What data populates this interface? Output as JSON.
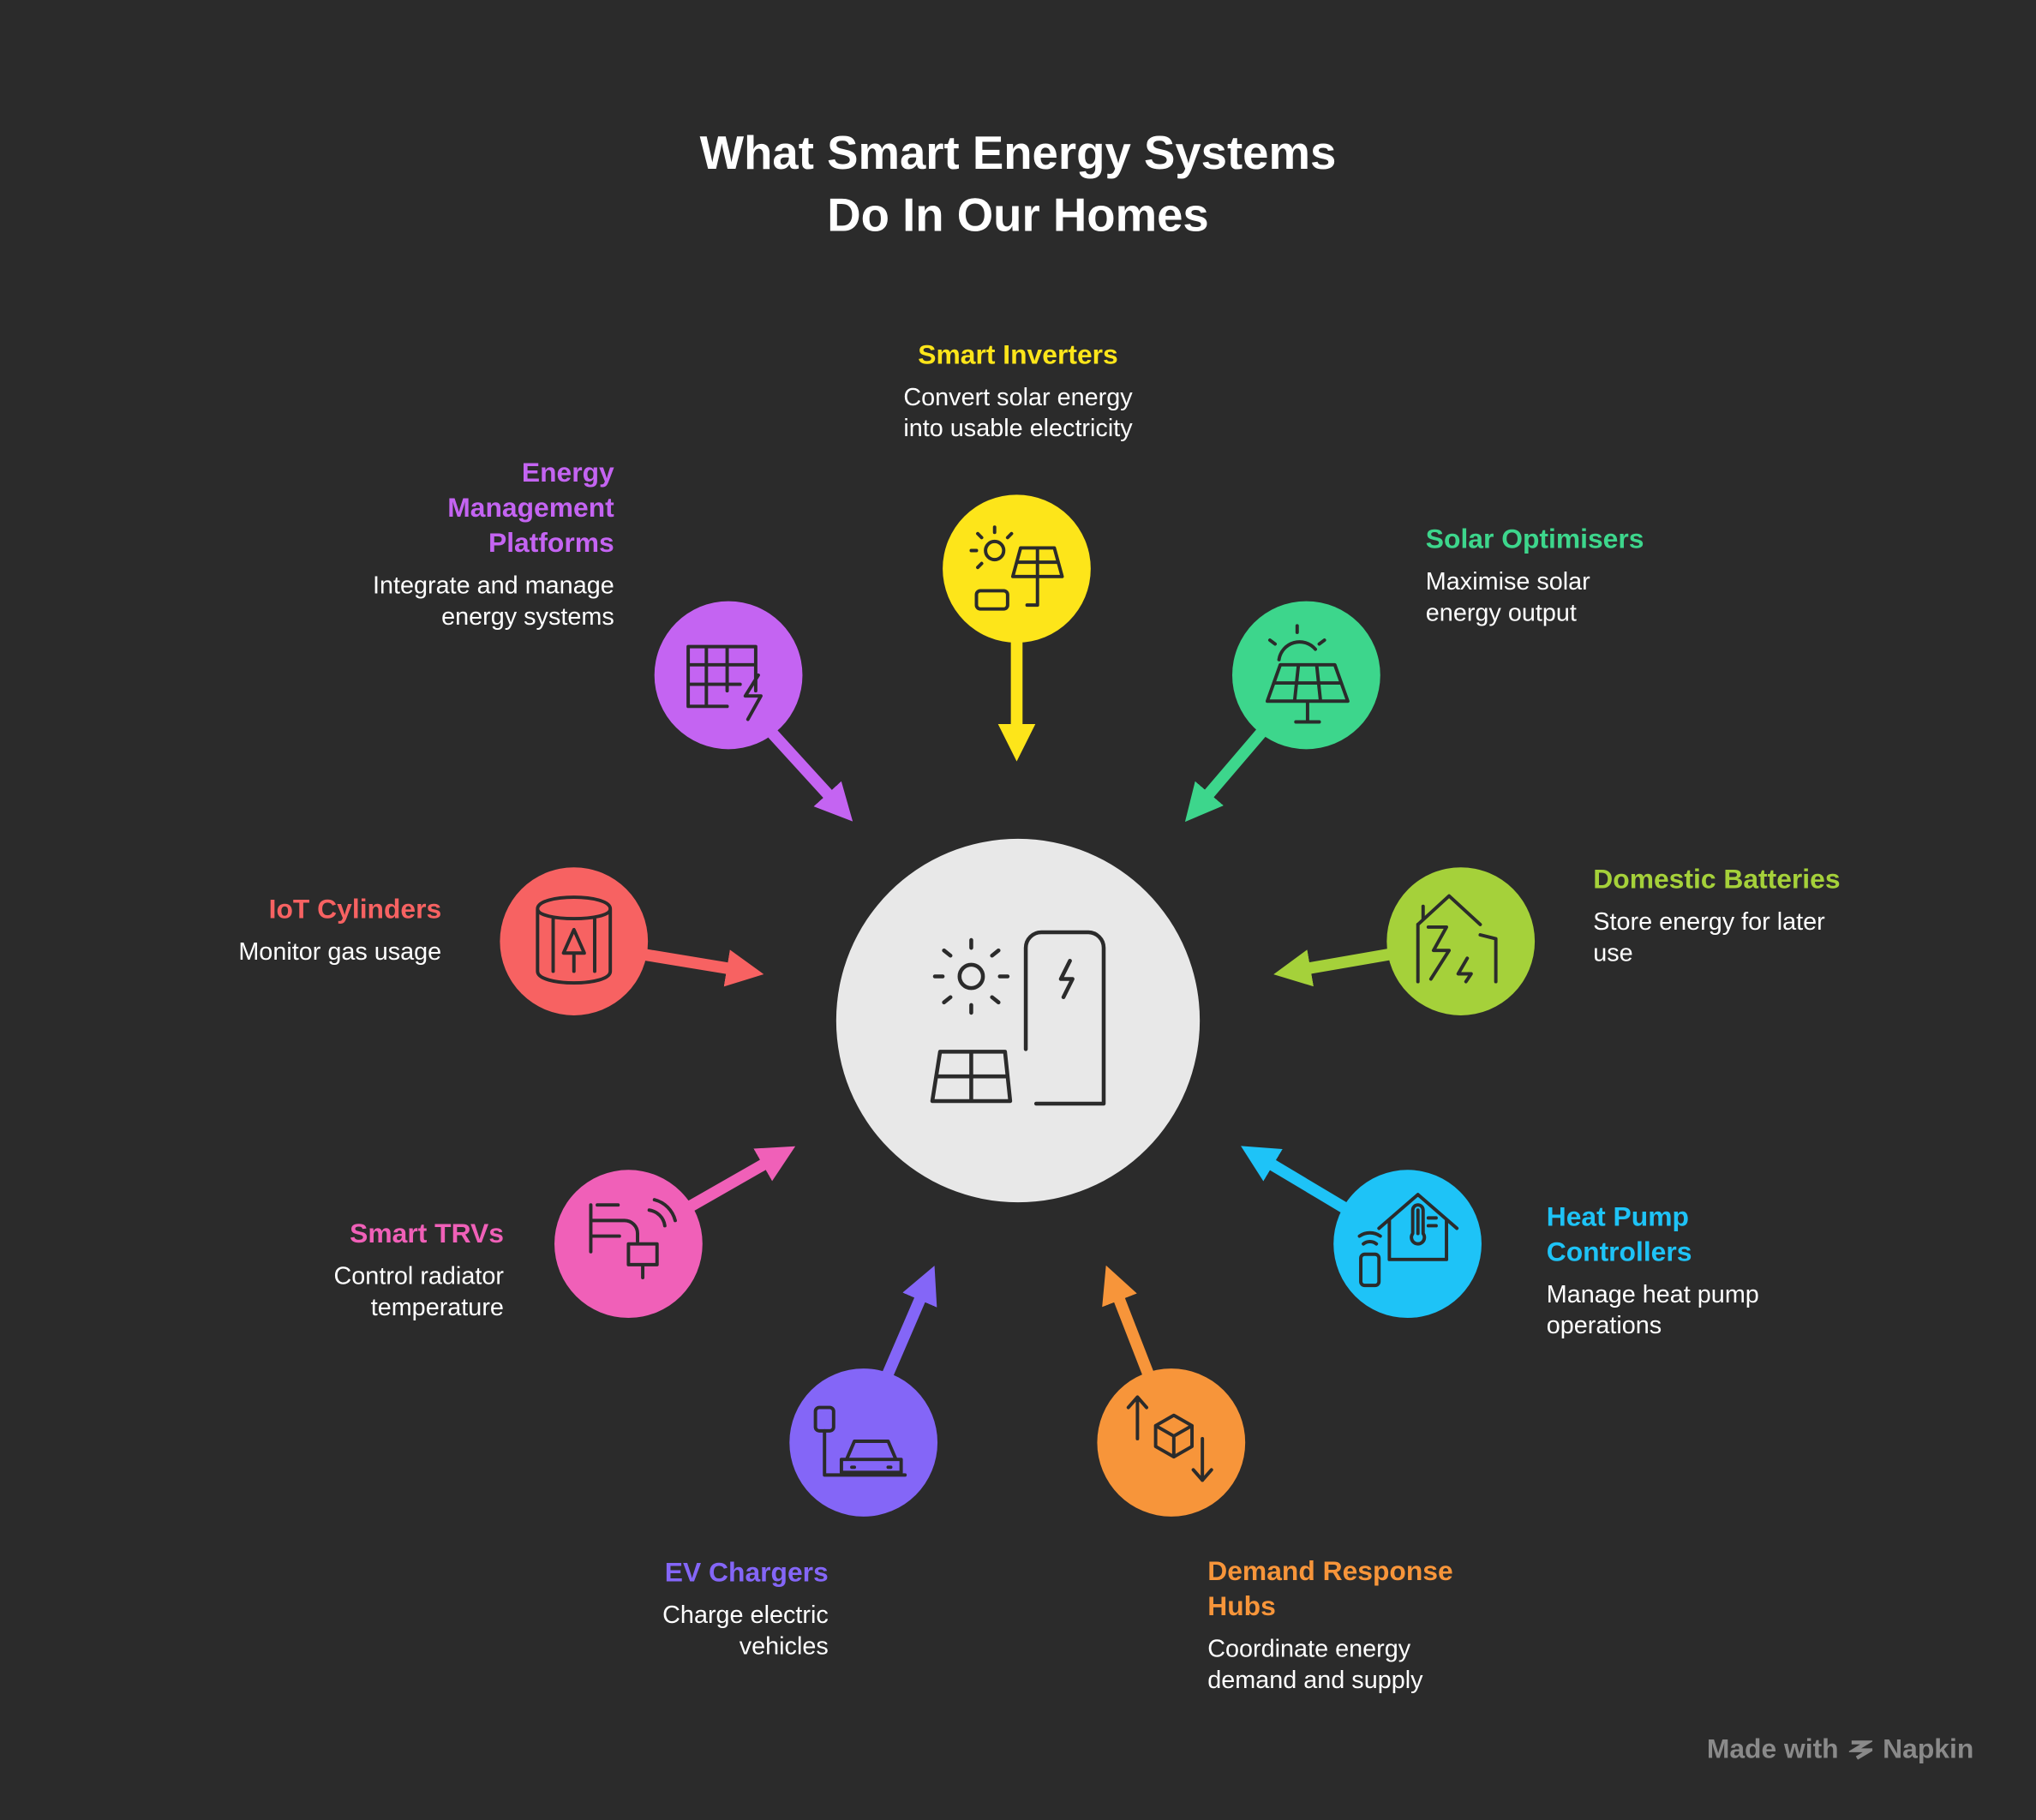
{
  "title": {
    "line1": "What Smart Energy Systems",
    "line2": "Do In Our Homes"
  },
  "center": {
    "icon": "solar-panel-battery-icon",
    "color": "#e8e8e8"
  },
  "nodes": [
    {
      "name": "Smart Inverters",
      "desc": "Convert solar energy into usable electricity",
      "color": "#fde51a",
      "icon": "sun-panel-battery-icon"
    },
    {
      "name": "Solar Optimisers",
      "desc": "Maximise solar energy output",
      "color": "#3dd68c",
      "icon": "solar-panel-sun-icon"
    },
    {
      "name": "Domestic Batteries",
      "desc": "Store energy for later use",
      "color": "#a5d13a",
      "icon": "house-lightning-icon"
    },
    {
      "name": "Heat Pump Controllers",
      "desc": "Manage heat pump operations",
      "color": "#1ec3f7",
      "icon": "house-thermometer-remote-icon"
    },
    {
      "name": "Demand Response Hubs",
      "desc": "Coordinate energy demand and supply",
      "color": "#f7953a",
      "icon": "box-arrows-icon"
    },
    {
      "name": "EV Chargers",
      "desc": "Charge electric vehicles",
      "color": "#8466f7",
      "icon": "ev-charger-car-icon"
    },
    {
      "name": "Smart TRVs",
      "desc": "Control radiator temperature",
      "color": "#f060b8",
      "icon": "valve-wireless-icon"
    },
    {
      "name": "IoT Cylinders",
      "desc": "Monitor gas usage",
      "color": "#f76262",
      "icon": "gas-cylinder-flame-icon"
    },
    {
      "name": "Energy Management Platforms",
      "desc": "Integrate and manage energy systems",
      "color": "#c464f2",
      "icon": "grid-lightning-icon"
    }
  ],
  "footer": {
    "made_with": "Made with",
    "brand": "Napkin"
  }
}
